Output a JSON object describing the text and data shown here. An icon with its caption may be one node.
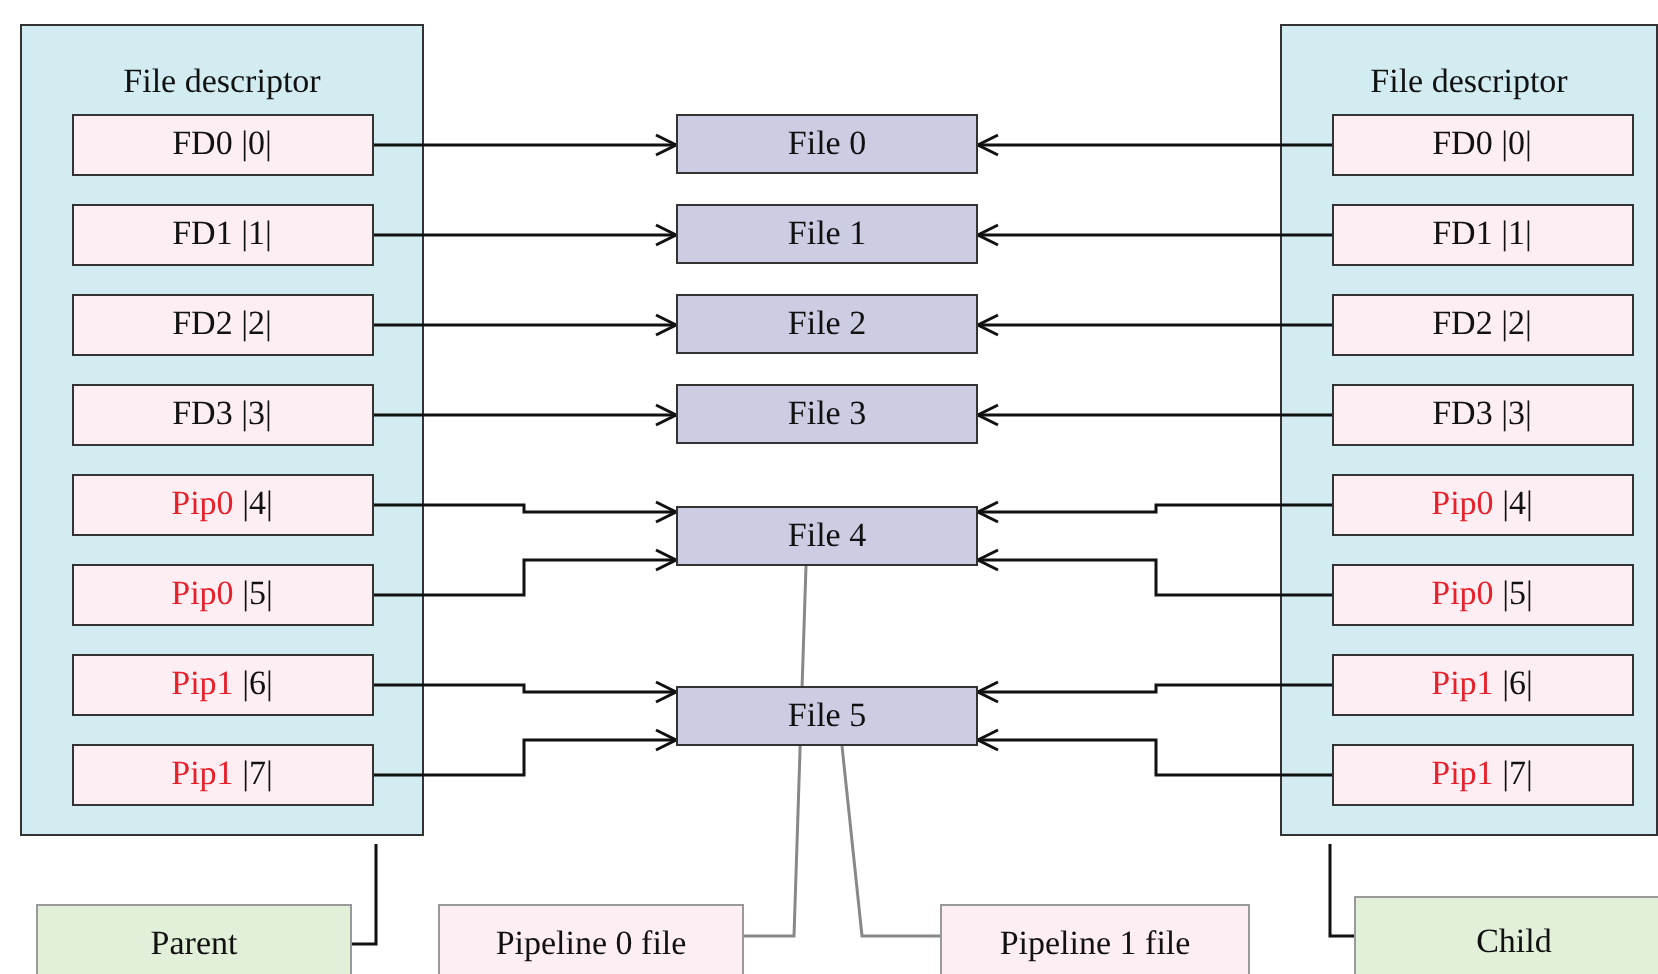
{
  "diagram": {
    "nodes": [
      {
        "text": [
          "File descriptor"
        ]
      },
      {
        "text": [
          "FD0 |0|"
        ],
        "in": 0
      },
      {
        "text": [
          "FD1 |1|"
        ],
        "in": 0
      },
      {
        "text": [
          "FD2 |2|"
        ],
        "in": 0
      },
      {
        "text": [
          "FD3 |3|"
        ],
        "in": 0
      },
      {
        "text": [
          "Pip0 |4|"
        ],
        "in": 0
      },
      {
        "text": [
          "Pip0 |5|"
        ],
        "in": 0
      },
      {
        "text": [
          "Pip1 |6|"
        ],
        "in": 0
      },
      {
        "text": [
          "Pip1 |7|"
        ],
        "in": 0
      },
      {
        "text": [
          "File descriptor"
        ]
      },
      {
        "text": [
          "FD0 |0|"
        ],
        "in": 9
      },
      {
        "text": [
          "FD1 |1|"
        ],
        "in": 9
      },
      {
        "text": [
          "FD2 |2|"
        ],
        "in": 9
      },
      {
        "text": [
          "FD3 |3|"
        ],
        "in": 9
      },
      {
        "text": [
          "Pip0 |4|"
        ],
        "in": 9
      },
      {
        "text": [
          "Pip0 |5|"
        ],
        "in": 9
      },
      {
        "text": [
          "Pip1 |6|"
        ],
        "in": 9
      },
      {
        "text": [
          "Pip1 |7|"
        ],
        "in": 9
      },
      {
        "text": [
          "File 0"
        ]
      },
      {
        "text": [
          "File 1"
        ]
      },
      {
        "text": [
          "File 2"
        ]
      },
      {
        "text": [
          "File 3"
        ]
      },
      {
        "text": [
          "File 4"
        ]
      },
      {
        "text": [
          "File 5"
        ]
      },
      {
        "text": [
          "Parent"
        ]
      },
      {
        "text": [
          "Pipeline 0 file"
        ]
      },
      {
        "text": [
          "Pipeline 1 file"
        ]
      },
      {
        "text": [
          "Child"
        ]
      }
    ],
    "edges": [
      {
        "from": 1,
        "to": 18,
        "arrow": "to"
      },
      {
        "from": 10,
        "to": 18,
        "arrow": "to"
      },
      {
        "from": 2,
        "to": 19,
        "arrow": "to"
      },
      {
        "from": 11,
        "to": 19,
        "arrow": "to"
      },
      {
        "from": 3,
        "to": 20,
        "arrow": "to"
      },
      {
        "from": 12,
        "to": 20,
        "arrow": "to"
      },
      {
        "from": 4,
        "to": 21,
        "arrow": "to"
      },
      {
        "from": 13,
        "to": 21,
        "arrow": "to"
      },
      {
        "from": 5,
        "to": 22,
        "arrow": "to"
      },
      {
        "from": 14,
        "to": 22,
        "arrow": "to"
      },
      {
        "from": 6,
        "to": 22,
        "arrow": "to"
      },
      {
        "from": 15,
        "to": 22,
        "arrow": "to"
      },
      {
        "from": 7,
        "to": 23,
        "arrow": "to"
      },
      {
        "from": 16,
        "to": 23,
        "arrow": "to"
      },
      {
        "from": 8,
        "to": 23,
        "arrow": "to"
      },
      {
        "from": 17,
        "to": 23,
        "arrow": "to"
      },
      {
        "from": 0,
        "to": 24,
        "arrow": "none"
      },
      {
        "from": 9,
        "to": 27,
        "arrow": "none"
      },
      {
        "from": 25,
        "to": 22,
        "arrow": "none",
        "color": "#888888"
      },
      {
        "from": 26,
        "to": 23,
        "arrow": "none",
        "color": "#888888"
      }
    ]
  }
}
